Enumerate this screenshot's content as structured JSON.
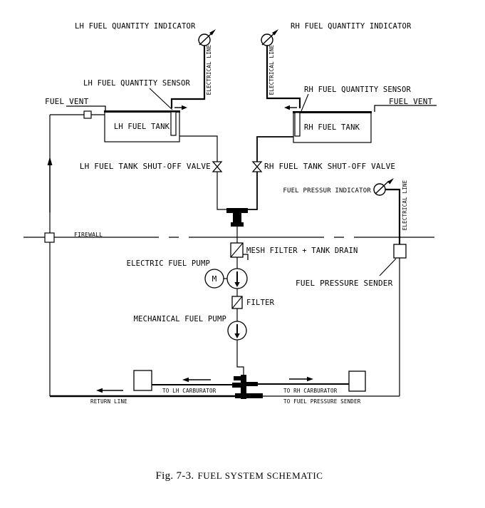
{
  "page": {
    "background": "#ffffff",
    "ink": "#000000"
  },
  "caption": {
    "prefix": "Fig. 7-3.",
    "title": "FUEL SYSTEM SCHEMATIC"
  },
  "labels": {
    "lh_indicator": "LH FUEL QUANTITY INDICATOR",
    "rh_indicator": "RH FUEL QUANTITY INDICATOR",
    "lh_sensor": "LH FUEL QUANTITY SENSOR",
    "rh_sensor": "RH FUEL QUANTITY SENSOR",
    "vent_left": "FUEL VENT",
    "vent_right": "FUEL VENT",
    "lh_tank": "LH FUEL TANK",
    "rh_tank": "RH FUEL TANK",
    "lh_valve": "LH FUEL TANK SHUT-OFF VALVE",
    "rh_valve": "RH FUEL TANK SHUT-OFF VALVE",
    "pressure_indicator": "FUEL PRESSUR INDICATOR",
    "electrical_lh": "ELECTRICAL LINE",
    "electrical_rh": "ELECTRICAL LINE",
    "electrical_sender": "ELECTRICAL LINE",
    "firewall": "FIREWALL",
    "mesh_filter": "MESH FILTER + TANK DRAIN",
    "electric_pump": "ELECTRIC FUEL PUMP",
    "motor": "M",
    "filter": "FILTER",
    "mechanical_pump": "MECHANICAL FUEL PUMP",
    "pressure_sender": "FUEL PRESSURE SENDER",
    "to_lh_carb": "TO LH CARBURATOR",
    "to_rh_carb": "TO RH CARBURATOR",
    "return_line": "RETURN LINE",
    "to_pressure_sender": "TO FUEL PRESSURE SENDER"
  }
}
